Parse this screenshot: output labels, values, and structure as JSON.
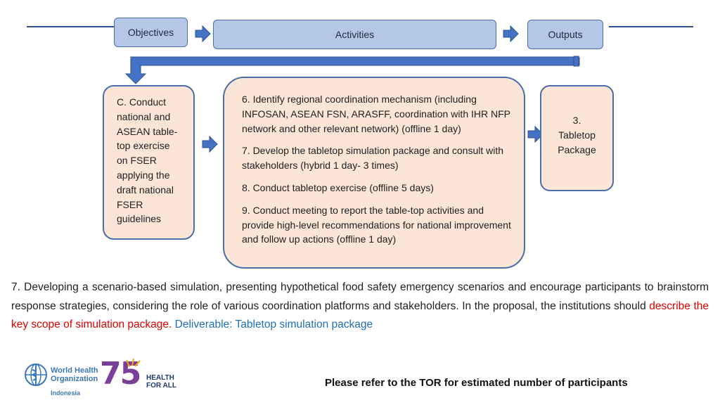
{
  "header": {
    "objectives_label": "Objectives",
    "activities_label": "Activities",
    "outputs_label": "Outputs"
  },
  "objective_box": {
    "lines": [
      "C. Conduct",
      "national and",
      "ASEAN table-",
      "top exercise",
      "on FSER",
      "applying the",
      "draft national",
      "FSER",
      "guidelines"
    ]
  },
  "activities": {
    "items": [
      "6. Identify regional coordination mechanism (including INFOSAN, ASEAN FSN, ARASFF, coordination with IHR NFP network and other relevant network) (offline 1 day)",
      "7. Develop the tabletop simulation package and consult with stakeholders (hybrid 1 day- 3 times)",
      "8. Conduct tabletop exercise (offline 5 days)",
      "9. Conduct meeting to report the table-top activities and provide high-level recommendations for national improvement and follow up actions (offline 1 day)"
    ]
  },
  "output_box": {
    "lines": [
      "3.",
      "Tabletop",
      "Package"
    ]
  },
  "description": {
    "main_text": "7. Developing a scenario-based simulation, presenting hypothetical food safety emergency scenarios and encourage participants to brainstorm response strategies, considering the role of various coordination platforms and stakeholders. In the proposal, the institutions should ",
    "highlight_red": "describe the key scope of simulation package.",
    "highlight_blue": " Deliverable: Tabletop simulation package"
  },
  "footer": {
    "who_name_line1": "World Health",
    "who_name_line2": "Organization",
    "who_country": "Indonesia",
    "anniversary_number": "75",
    "anniversary_text_line1": "HEALTH",
    "anniversary_text_line2": "FOR ALL",
    "note": "Please refer to the TOR for estimated number of participants"
  },
  "colors": {
    "header_fill": "#b4c7e7",
    "box_fill": "#fbe5d6",
    "border_blue": "#4a6ea9",
    "arrow_blue": "#4472c4",
    "red": "#e00000",
    "blue_text": "#1f6fb5"
  }
}
